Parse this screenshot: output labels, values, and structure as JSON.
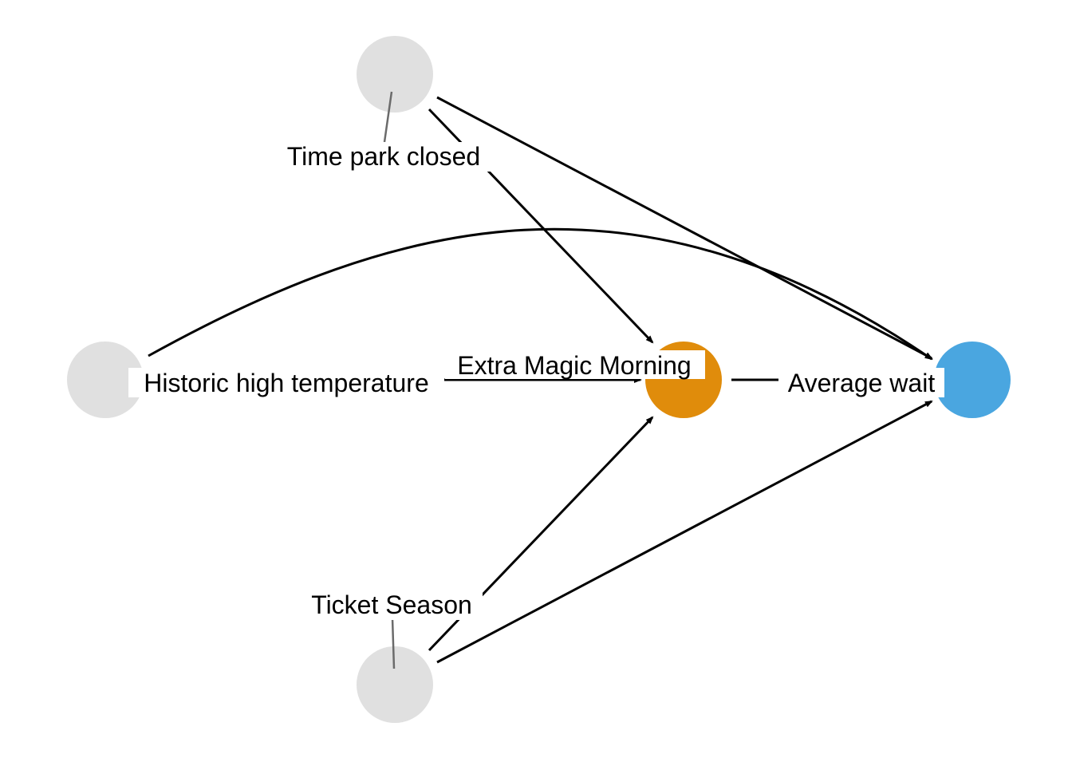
{
  "nodes": {
    "time_park_closed": {
      "label": "Time park closed",
      "color": "#e0e0e0",
      "role": "covariate"
    },
    "historic_high_temperature": {
      "label": "Historic high temperature",
      "color": "#e0e0e0",
      "role": "covariate"
    },
    "ticket_season": {
      "label": "Ticket Season",
      "color": "#e0e0e0",
      "role": "covariate"
    },
    "extra_magic_morning": {
      "label": "Extra Magic Morning",
      "color": "#e08c0b",
      "role": "exposure"
    },
    "average_wait": {
      "label": "Average wait",
      "color": "#4aa6e0",
      "role": "outcome"
    }
  },
  "edges": [
    {
      "from": "time_park_closed",
      "to": "extra_magic_morning"
    },
    {
      "from": "time_park_closed",
      "to": "average_wait"
    },
    {
      "from": "historic_high_temperature",
      "to": "extra_magic_morning"
    },
    {
      "from": "historic_high_temperature",
      "to": "average_wait"
    },
    {
      "from": "ticket_season",
      "to": "extra_magic_morning"
    },
    {
      "from": "ticket_season",
      "to": "average_wait"
    },
    {
      "from": "extra_magic_morning",
      "to": "average_wait"
    }
  ]
}
